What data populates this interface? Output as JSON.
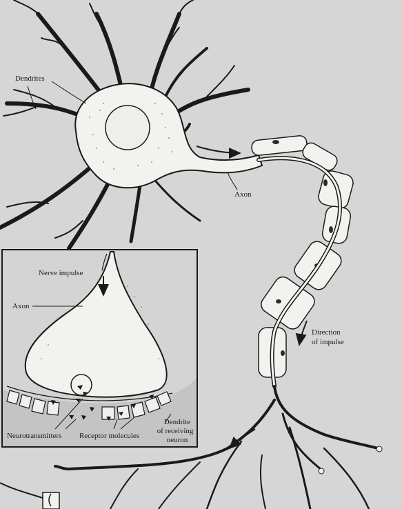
{
  "labels": {
    "dendrites": "Dendrites",
    "axon_main": "Axon",
    "direction_line1": "Direction",
    "direction_line2": "of impulse",
    "nerve_impulse": "Nerve impulse",
    "axon_inset": "Axon",
    "neurotransmitters": "Neurotransmitters",
    "receptor_molecules": "Receptor molecules",
    "dendrite_line1": "Dendrite",
    "dendrite_line2": "of receiving",
    "dendrite_line3": "neuron"
  },
  "colors": {
    "background": "#d6d6d6",
    "cell_fill": "#f2f2ee",
    "ink": "#1a1a1a",
    "inset_fill": "#cfcfcf",
    "receptor_fill": "#efefef"
  }
}
